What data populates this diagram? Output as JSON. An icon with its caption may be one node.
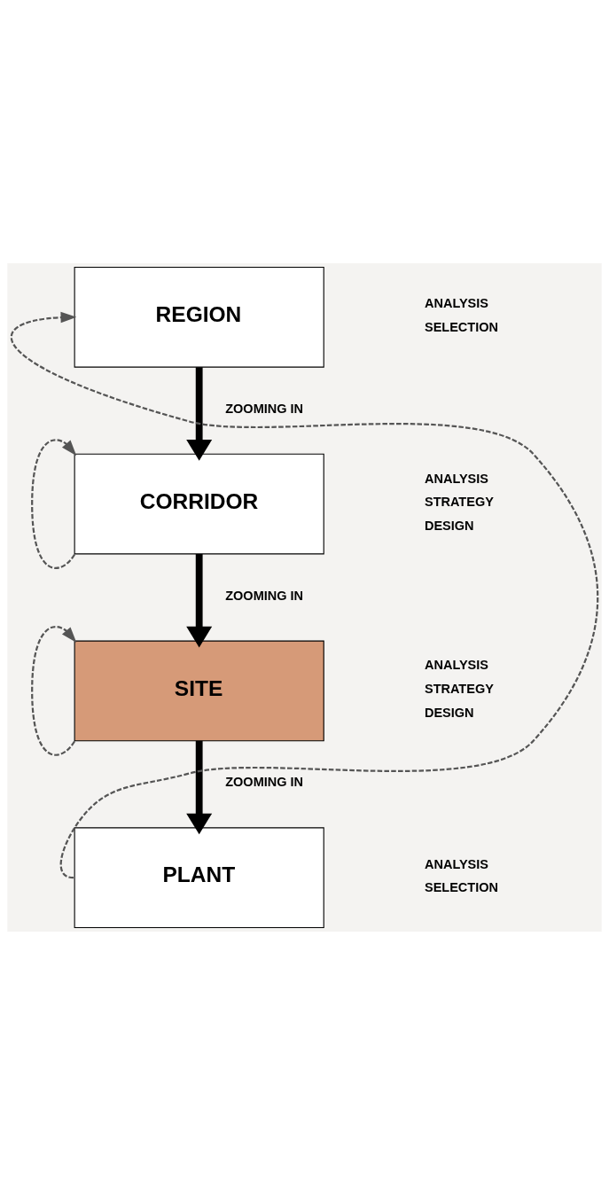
{
  "diagram": {
    "nodes": [
      {
        "text": [
          "REGION"
        ],
        "beside": [
          "ANALYSIS",
          "SELECTION"
        ]
      },
      {
        "text": [
          "CORRIDOR"
        ],
        "beside": [
          "ANALYSIS",
          "STRATEGY",
          "DESIGN"
        ]
      },
      {
        "text": [
          "SITE"
        ],
        "beside": [
          "ANALYSIS",
          "STRATEGY",
          "DESIGN"
        ]
      },
      {
        "text": [
          "PLANT"
        ],
        "beside": [
          "ANALYSIS",
          "SELECTION"
        ]
      }
    ],
    "edges": [
      {
        "from": 0,
        "to": 1,
        "arrow": "to",
        "label": "ZOOMING IN",
        "style": "thick"
      },
      {
        "from": 1,
        "to": 2,
        "arrow": "to",
        "label": "ZOOMING IN",
        "style": "thick"
      },
      {
        "from": 2,
        "to": 3,
        "arrow": "to",
        "label": "ZOOMING IN",
        "style": "thick"
      },
      {
        "from": 1,
        "to": 1,
        "arrow": "to",
        "style": "dashed",
        "color": "#555555"
      },
      {
        "from": 2,
        "to": 2,
        "arrow": "to",
        "style": "dashed",
        "color": "#555555"
      },
      {
        "from": 3,
        "to": 0,
        "arrow": "to",
        "style": "dashed",
        "color": "#555555"
      }
    ]
  }
}
